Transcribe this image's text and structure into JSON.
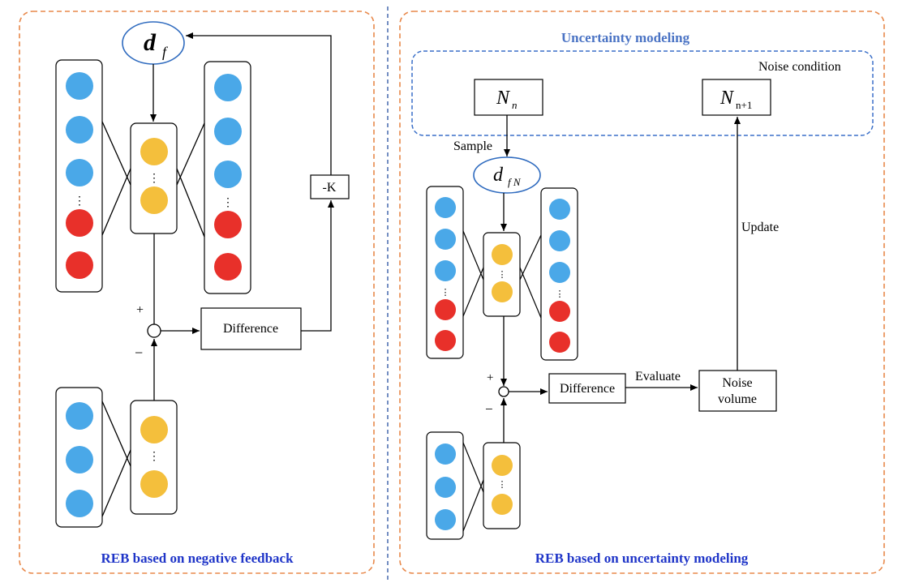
{
  "left_panel": {
    "caption": "REB based on negative feedback",
    "df_symbol": "d",
    "df_subscript": "f",
    "difference_label": "Difference",
    "gain_label": "-K",
    "plus_sign": "+",
    "minus_sign": "−",
    "ellipsis": "⋮"
  },
  "right_panel": {
    "caption": "REB based on uncertainty modeling",
    "uncertainty_title": "Uncertainty modeling",
    "noise_condition_label": "Noise condition",
    "nn_symbol": "N",
    "nn_subscript": "n",
    "nn1_symbol": "N",
    "nn1_subscript": "n+1",
    "sample_label": "Sample",
    "dfn_symbol": "d",
    "dfn_subscript": "f N",
    "difference_label": "Difference",
    "evaluate_label": "Evaluate",
    "noise_volume_line1": "Noise",
    "noise_volume_line2": "volume",
    "update_label": "Update",
    "plus_sign": "+",
    "minus_sign": "−",
    "ellipsis": "⋮"
  },
  "colors": {
    "blue_node": "#4aa8e8",
    "red_node": "#e8302a",
    "yellow_node": "#f4bf3c",
    "panel_border": "#e8884a",
    "divider": "#3a5fa8",
    "uncertainty_border": "#3a6fc8",
    "ellipse_border": "#2f6bbf",
    "caption_text": "#1f35c8"
  }
}
